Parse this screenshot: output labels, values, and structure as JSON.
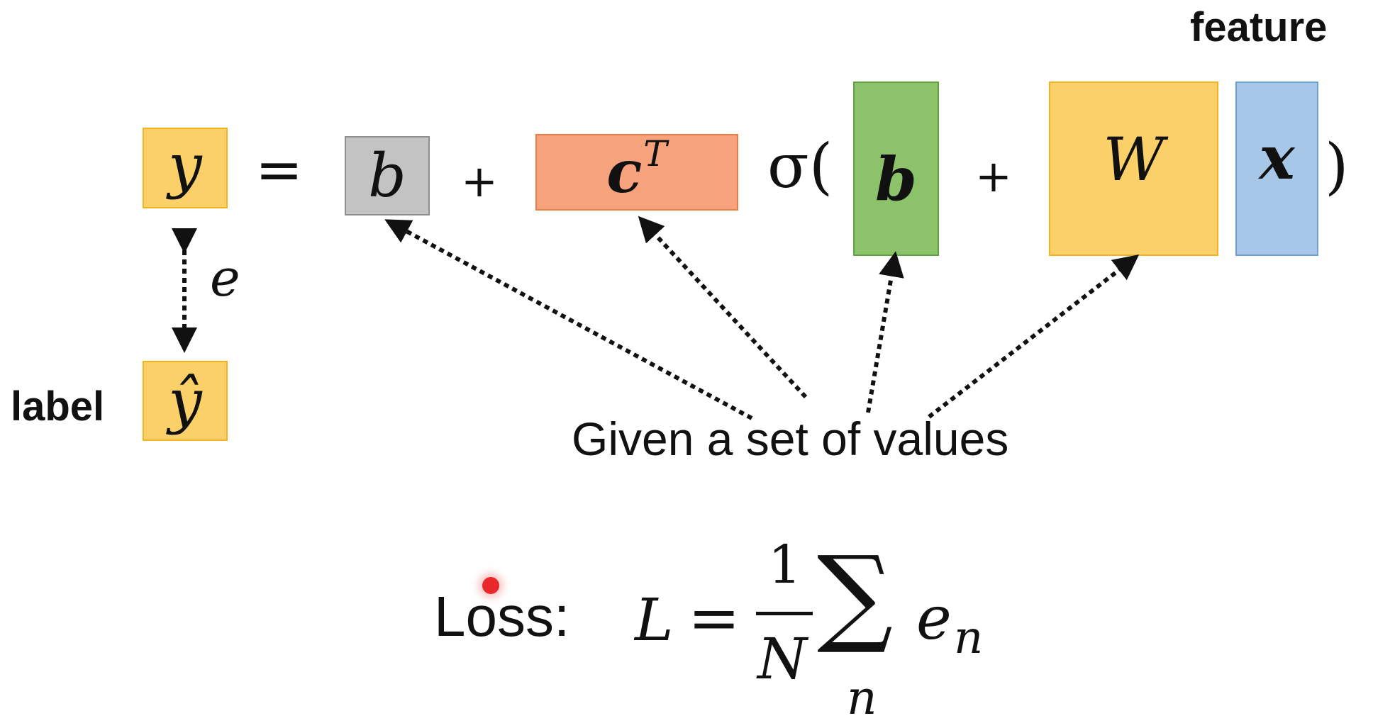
{
  "header": {
    "feature_label": "feature"
  },
  "equation": {
    "y": "y",
    "equals": "=",
    "b_scalar": "b",
    "plus1": "+",
    "c": "c",
    "c_sup": "T",
    "sigma_open": "σ(",
    "b_vector": "b",
    "plus2": "+",
    "W": "W",
    "x": "x",
    "close_paren": ")"
  },
  "error": {
    "e": "e"
  },
  "label": {
    "text": "label",
    "yhat": "ŷ"
  },
  "annotation": {
    "given_values": "Given a set of values"
  },
  "loss": {
    "label": "Loss:",
    "L": "L",
    "equals": "=",
    "numerator": "1",
    "denominator": "N",
    "sum": "∑",
    "sum_index": "n",
    "term": "e",
    "term_sub": "n"
  },
  "colors": {
    "y_box": "#fbd068",
    "b_scalar_box": "#c3c3c3",
    "c_box": "#f6a27c",
    "b_vector_box": "#8cc26a",
    "W_box": "#fbd068",
    "x_box": "#a6c7e8",
    "cursor": "#e8282a"
  }
}
